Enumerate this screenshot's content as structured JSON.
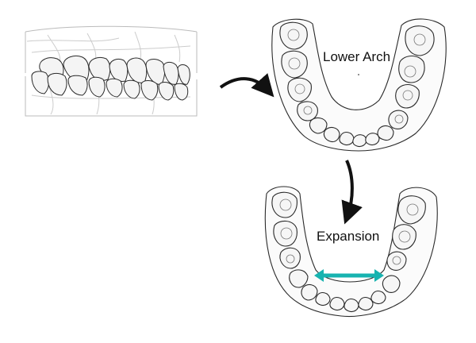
{
  "labels": {
    "lower_arch": "Lower Arch",
    "expansion": "Expansion"
  },
  "colors": {
    "line": "#2a2a2a",
    "tooth_fill": "#f6f6f6",
    "arrow": "#111111",
    "expansion_arrow": "#17b3b0"
  },
  "icons": {
    "bite": "side-bite-illustration",
    "lower_arch": "lower-arch-illustration",
    "expanded_arch": "expanded-arch-illustration"
  }
}
